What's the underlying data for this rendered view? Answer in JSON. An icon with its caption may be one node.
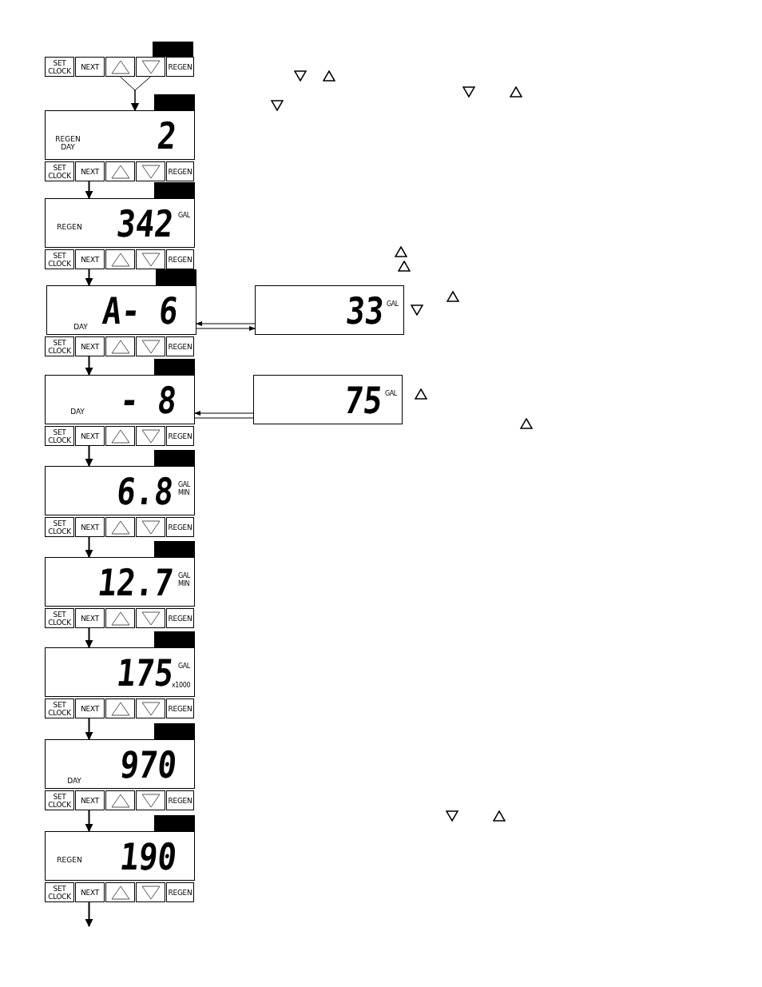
{
  "diagram": {
    "nodes": [
      {
        "text": [
          "SET CLOCK"
        ]
      },
      {
        "text": [
          "NEXT"
        ]
      },
      {
        "text": [],
        "shape": "triangle-up"
      },
      {
        "text": [],
        "shape": "triangle-down"
      },
      {
        "text": [
          "REGEN"
        ]
      },
      {
        "text": [
          "REGEN DAY",
          "2"
        ]
      },
      {
        "text": [
          "SET CLOCK"
        ]
      },
      {
        "text": [
          "NEXT"
        ]
      },
      {
        "text": [],
        "shape": "triangle-up"
      },
      {
        "text": [],
        "shape": "triangle-down"
      },
      {
        "text": [
          "REGEN"
        ]
      },
      {
        "text": [
          "REGEN",
          "342",
          "GAL"
        ]
      },
      {
        "text": [
          "SET CLOCK"
        ]
      },
      {
        "text": [
          "NEXT"
        ]
      },
      {
        "text": [],
        "shape": "triangle-up"
      },
      {
        "text": [],
        "shape": "triangle-down"
      },
      {
        "text": [
          "REGEN"
        ]
      },
      {
        "text": [
          "DAY",
          "A- 6"
        ]
      },
      {
        "text": [
          "33",
          "GAL"
        ]
      },
      {
        "text": [
          "SET CLOCK"
        ]
      },
      {
        "text": [
          "NEXT"
        ]
      },
      {
        "text": [],
        "shape": "triangle-up"
      },
      {
        "text": [],
        "shape": "triangle-down"
      },
      {
        "text": [
          "REGEN"
        ]
      },
      {
        "text": [
          "DAY",
          "- 8"
        ]
      },
      {
        "text": [
          "75",
          "GAL"
        ]
      },
      {
        "text": [
          "SET CLOCK"
        ]
      },
      {
        "text": [
          "NEXT"
        ]
      },
      {
        "text": [],
        "shape": "triangle-up"
      },
      {
        "text": [],
        "shape": "triangle-down"
      },
      {
        "text": [
          "REGEN"
        ]
      },
      {
        "text": [
          "6.8",
          "GAL MIN"
        ]
      },
      {
        "text": [
          "SET CLOCK"
        ]
      },
      {
        "text": [
          "NEXT"
        ]
      },
      {
        "text": [],
        "shape": "triangle-up"
      },
      {
        "text": [],
        "shape": "triangle-down"
      },
      {
        "text": [
          "REGEN"
        ]
      },
      {
        "text": [
          "12.7",
          "GAL MIN"
        ]
      },
      {
        "text": [
          "SET CLOCK"
        ]
      },
      {
        "text": [
          "NEXT"
        ]
      },
      {
        "text": [],
        "shape": "triangle-up"
      },
      {
        "text": [],
        "shape": "triangle-down"
      },
      {
        "text": [
          "REGEN"
        ]
      },
      {
        "text": [
          "175",
          "GAL",
          "x1000"
        ]
      },
      {
        "text": [
          "SET CLOCK"
        ]
      },
      {
        "text": [
          "NEXT"
        ]
      },
      {
        "text": [],
        "shape": "triangle-up"
      },
      {
        "text": [],
        "shape": "triangle-down"
      },
      {
        "text": [
          "REGEN"
        ]
      },
      {
        "text": [
          "DAY",
          "970"
        ]
      },
      {
        "text": [
          "SET CLOCK"
        ]
      },
      {
        "text": [
          "NEXT"
        ]
      },
      {
        "text": [],
        "shape": "triangle-up"
      },
      {
        "text": [],
        "shape": "triangle-down"
      },
      {
        "text": [
          "REGEN"
        ]
      },
      {
        "text": [
          "REGEN",
          "190"
        ]
      },
      {
        "text": [
          "SET CLOCK"
        ]
      },
      {
        "text": [
          "NEXT"
        ]
      },
      {
        "text": [],
        "shape": "triangle-up"
      },
      {
        "text": [],
        "shape": "triangle-down"
      },
      {
        "text": [
          "REGEN"
        ]
      }
    ],
    "edges": [
      {
        "from": 2,
        "to": 5,
        "arrow": "to"
      },
      {
        "from": 3,
        "to": 5,
        "arrow": "to"
      },
      {
        "from": 7,
        "to": 11,
        "arrow": "to"
      },
      {
        "from": 13,
        "to": 17,
        "arrow": "to"
      },
      {
        "from": 18,
        "to": 17,
        "arrow": "to"
      },
      {
        "from": 17,
        "to": 18,
        "arrow": "to"
      },
      {
        "from": 20,
        "to": 24,
        "arrow": "to"
      },
      {
        "from": 25,
        "to": 24,
        "arrow": "to"
      },
      {
        "from": 24,
        "to": 25,
        "arrow": "none"
      },
      {
        "from": 27,
        "to": 31,
        "arrow": "to"
      },
      {
        "from": 33,
        "to": 37,
        "arrow": "to"
      },
      {
        "from": 39,
        "to": 43,
        "arrow": "to"
      },
      {
        "from": 45,
        "to": 49,
        "arrow": "to"
      },
      {
        "from": 51,
        "to": 55,
        "arrow": "to"
      },
      {
        "from": 57,
        "to": null,
        "arrow": "to"
      }
    ]
  }
}
